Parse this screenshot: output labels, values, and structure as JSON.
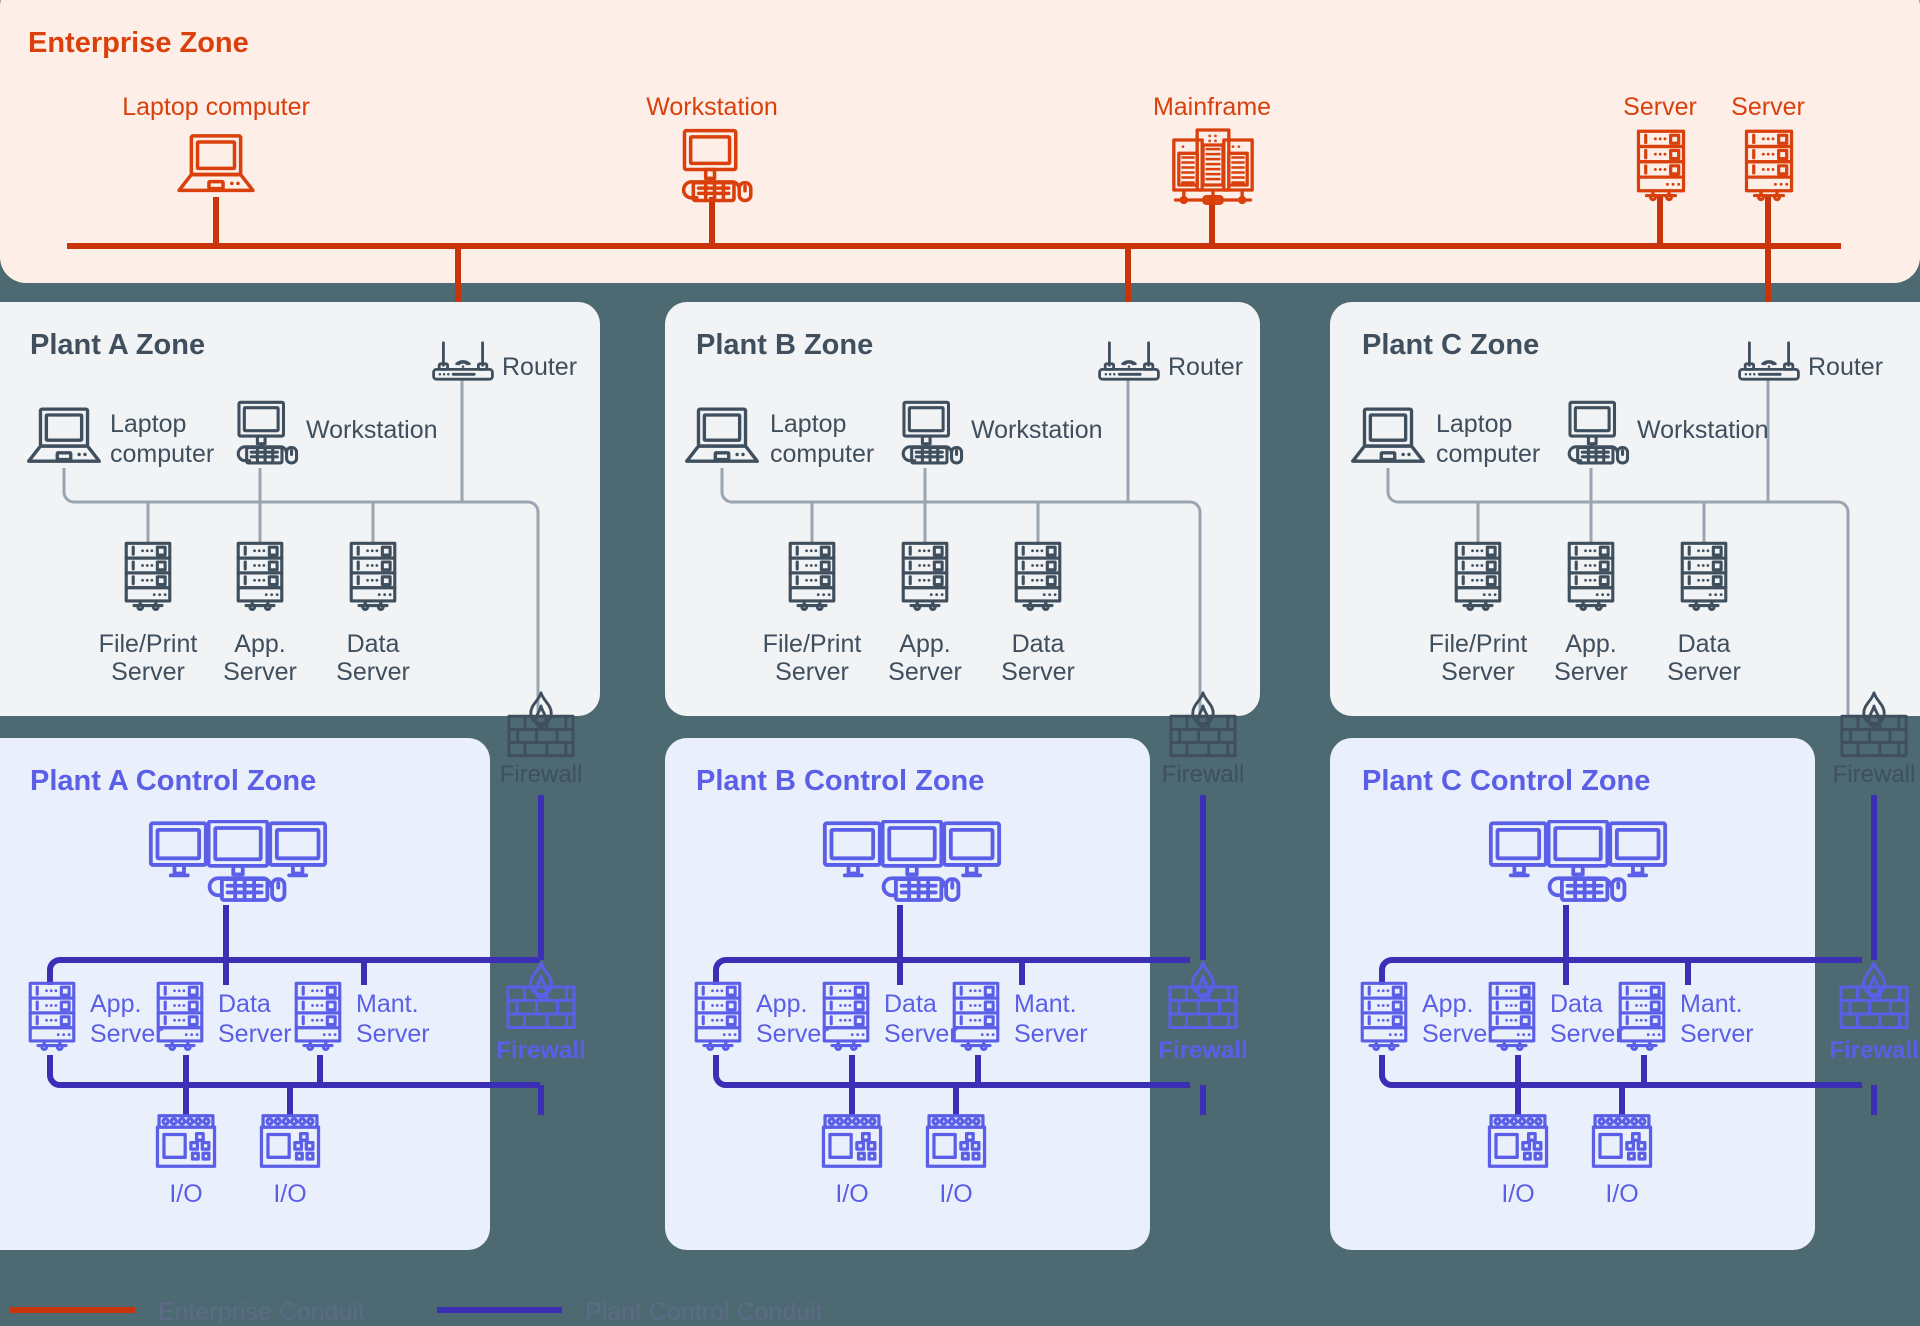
{
  "colors": {
    "background": "#4d6a73",
    "enterprise_fill": "#fdeee8",
    "enterprise_accent": "#d9400b",
    "plant_fill": "#f1f3f5",
    "plant_accent": "#3f4f5e",
    "control_fill": "#eaeffc",
    "control_accent": "#5b5fe8",
    "conduit_control": "#3b2fb5",
    "conduit_enterprise": "#c9340a",
    "legend_text": "#5d6b86"
  },
  "enterprise_zone": {
    "title": "Enterprise Zone",
    "nodes": [
      {
        "label": "Laptop computer",
        "icon": "laptop-icon"
      },
      {
        "label": "Workstation",
        "icon": "workstation-icon"
      },
      {
        "label": "Mainframe",
        "icon": "mainframe-icon"
      },
      {
        "label": "Server",
        "icon": "server-rack-icon"
      },
      {
        "label": "Server",
        "icon": "server-rack-icon"
      }
    ]
  },
  "plant_zones": [
    {
      "title": "Plant A Zone",
      "router": {
        "label": "Router",
        "icon": "router-icon"
      },
      "laptop": {
        "label_line1": "Laptop",
        "label_line2": "computer",
        "icon": "laptop-icon"
      },
      "workstation": {
        "label": "Workstation",
        "icon": "workstation-icon"
      },
      "servers": [
        {
          "line1": "File/Print",
          "line2": "Server",
          "icon": "server-rack-icon"
        },
        {
          "line1": "App.",
          "line2": "Server",
          "icon": "server-rack-icon"
        },
        {
          "line1": "Data",
          "line2": "Server",
          "icon": "server-rack-icon"
        }
      ],
      "firewall": {
        "label": "Firewall",
        "icon": "firewall-icon"
      }
    },
    {
      "title": "Plant B Zone",
      "router": {
        "label": "Router",
        "icon": "router-icon"
      },
      "laptop": {
        "label_line1": "Laptop",
        "label_line2": "computer",
        "icon": "laptop-icon"
      },
      "workstation": {
        "label": "Workstation",
        "icon": "workstation-icon"
      },
      "servers": [
        {
          "line1": "File/Print",
          "line2": "Server",
          "icon": "server-rack-icon"
        },
        {
          "line1": "App.",
          "line2": "Server",
          "icon": "server-rack-icon"
        },
        {
          "line1": "Data",
          "line2": "Server",
          "icon": "server-rack-icon"
        }
      ],
      "firewall": {
        "label": "Firewall",
        "icon": "firewall-icon"
      }
    },
    {
      "title": "Plant C Zone",
      "router": {
        "label": "Router",
        "icon": "router-icon"
      },
      "laptop": {
        "label_line1": "Laptop",
        "label_line2": "computer",
        "icon": "laptop-icon"
      },
      "workstation": {
        "label": "Workstation",
        "icon": "workstation-icon"
      },
      "servers": [
        {
          "line1": "File/Print",
          "line2": "Server",
          "icon": "server-rack-icon"
        },
        {
          "line1": "App.",
          "line2": "Server",
          "icon": "server-rack-icon"
        },
        {
          "line1": "Data",
          "line2": "Server",
          "icon": "server-rack-icon"
        }
      ],
      "firewall": {
        "label": "Firewall",
        "icon": "firewall-icon"
      }
    }
  ],
  "control_zones": [
    {
      "title": "Plant A Control Zone",
      "hmi": {
        "icon": "triple-monitor-icon"
      },
      "servers": [
        {
          "line1": "App.",
          "line2": "Server",
          "icon": "server-rack-icon"
        },
        {
          "line1": "Data",
          "line2": "Server",
          "icon": "server-rack-icon"
        },
        {
          "line1": "Mant.",
          "line2": "Server",
          "icon": "server-rack-icon"
        }
      ],
      "io": [
        {
          "label": "I/O",
          "icon": "io-module-icon"
        },
        {
          "label": "I/O",
          "icon": "io-module-icon"
        }
      ],
      "firewall": {
        "label": "Firewall",
        "icon": "firewall-icon"
      }
    },
    {
      "title": "Plant B Control Zone",
      "hmi": {
        "icon": "triple-monitor-icon"
      },
      "servers": [
        {
          "line1": "App.",
          "line2": "Server",
          "icon": "server-rack-icon"
        },
        {
          "line1": "Data",
          "line2": "Server",
          "icon": "server-rack-icon"
        },
        {
          "line1": "Mant.",
          "line2": "Server",
          "icon": "server-rack-icon"
        }
      ],
      "io": [
        {
          "label": "I/O",
          "icon": "io-module-icon"
        },
        {
          "label": "I/O",
          "icon": "io-module-icon"
        }
      ],
      "firewall": {
        "label": "Firewall",
        "icon": "firewall-icon"
      }
    },
    {
      "title": "Plant C Control Zone",
      "hmi": {
        "icon": "triple-monitor-icon"
      },
      "servers": [
        {
          "line1": "App.",
          "line2": "Server",
          "icon": "server-rack-icon"
        },
        {
          "line1": "Data",
          "line2": "Server",
          "icon": "server-rack-icon"
        },
        {
          "line1": "Mant.",
          "line2": "Server",
          "icon": "server-rack-icon"
        }
      ],
      "io": [
        {
          "label": "I/O",
          "icon": "io-module-icon"
        },
        {
          "label": "I/O",
          "icon": "io-module-icon"
        }
      ],
      "firewall": {
        "label": "Firewall",
        "icon": "firewall-icon"
      }
    }
  ],
  "legend": [
    {
      "label": "Enterprise Conduit",
      "color": "#c9340a"
    },
    {
      "label": "Plant Control Conduit",
      "color": "#3b2fb5"
    }
  ]
}
